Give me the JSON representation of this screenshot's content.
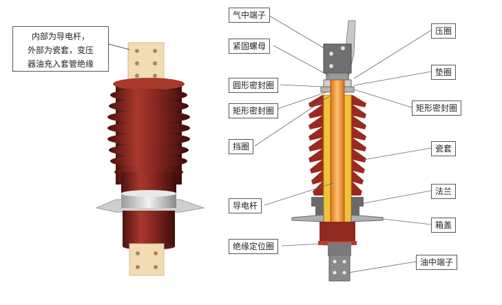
{
  "note_lines": [
    "内部为导电杆，",
    "外部为瓷套，变压",
    "器油充入套管绝缘"
  ],
  "labels_left": [
    "气中端子",
    "紧固螺母",
    "圆形密封圈",
    "矩形密封圈",
    "挡圈",
    "导电杆",
    "绝缘定位圈"
  ],
  "labels_right": [
    "压圈",
    "垫圈",
    "矩形密封圈",
    "瓷套",
    "法兰",
    "箱盖",
    "油中端子"
  ],
  "colors": {
    "porcelain": "#8e2a22",
    "conductor": "#f0a030",
    "copper_terminal": "#f2dcb4",
    "flange": "#d8d8d8",
    "insulation": "#f2c33a"
  }
}
